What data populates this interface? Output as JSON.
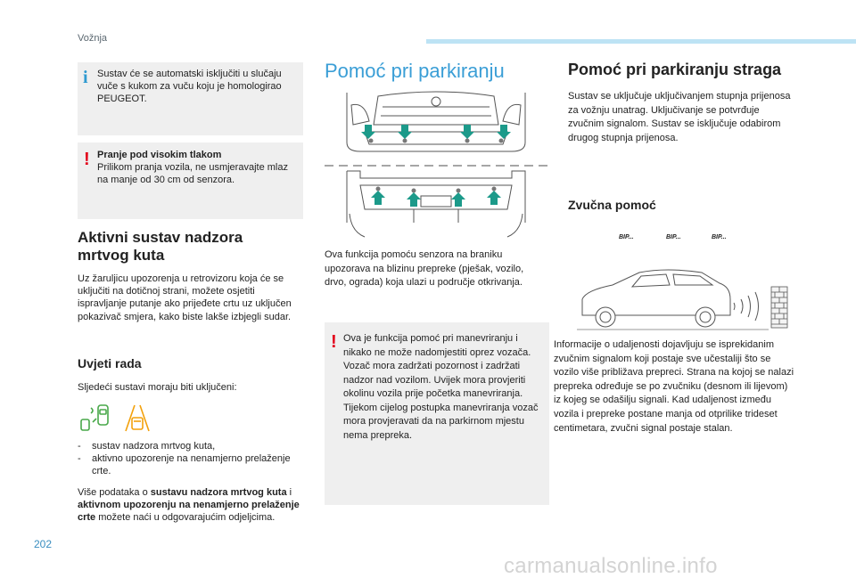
{
  "header": {
    "section": "Vožnja",
    "page_number": "202"
  },
  "watermark": "carmanualsonline.info",
  "left": {
    "info_box": "Sustav će se automatski isključiti u slučaju vuče s kukom za vuču koju je homologirao PEUGEOT.",
    "warning_box": {
      "title": "Pranje pod visokim tlakom",
      "text": "Prilikom pranja vozila, ne usmjeravajte mlaz na manje od 30 cm od senzora."
    },
    "heading": "Aktivni sustav nadzora mrtvog kuta",
    "intro": "Uz žaruljicu upozorenja u retrovizoru koja će se uključiti na dotičnoj strani, možete osjetiti ispravljanje putanje ako prijeđete crtu uz uključen pokazivač smjera, kako biste lakše izbjegli sudar.",
    "subheading": "Uvjeti rada",
    "conditions_intro": "Sljedeći sustavi moraju biti uključeni:",
    "list": [
      "sustav nadzora mrtvog kuta,",
      "aktivno upozorenje na nenamjerno prelaženje crte."
    ],
    "more": {
      "p1": "Više podataka o ",
      "b1": "sustavu nadzora mrtvog kuta",
      "p2": " i ",
      "b2": "aktivnom upozorenju na nenamjerno prelaženje crte",
      "p3": " možete naći u odgovarajućim odjeljcima."
    }
  },
  "middle": {
    "heading": "Pomoć pri parkiranju",
    "description": "Ova funkcija pomoću senzora na braniku upozorava na blizinu prepreke (pješak, vozilo, drvo, ograda) koja ulazi u područje otkrivanja.",
    "warning_box": "Ova je funkcija pomoć pri manevriranju i nikako ne može nadomjestiti oprez vozača. Vozač mora zadržati pozornost i zadržati nadzor nad vozilom. Uvijek mora provjeriti okolinu vozila prije početka manevriranja. Tijekom cijelog postupka manevriranja vozač mora provjeravati da na parkirnom mjestu nema prepreka."
  },
  "right": {
    "heading": "Pomoć pri parkiranju straga",
    "intro": "Sustav se uključuje uključivanjem stupnja prijenosa za vožnju unatrag. Uključivanje se potvrđuje zvučnim signalom. Sustav se isključuje odabirom drugog stupnja prijenosa.",
    "subheading": "Zvučna pomoć",
    "beeps": [
      "BIP...",
      "BIP...",
      "BIP..."
    ],
    "description": "Informacije o udaljenosti dojavljuju se isprekidanim zvučnim signalom koji postaje sve učestaliji što se vozilo više približava prepreci. Strana na kojoj se nalazi prepreka određuje se po zvučniku (desnom ili lijevom) iz kojeg se odašilju signali. Kad udaljenost između vozila i prepreke postane manja od otprilike trideset centimetara, zvučni signal postaje stalan."
  }
}
